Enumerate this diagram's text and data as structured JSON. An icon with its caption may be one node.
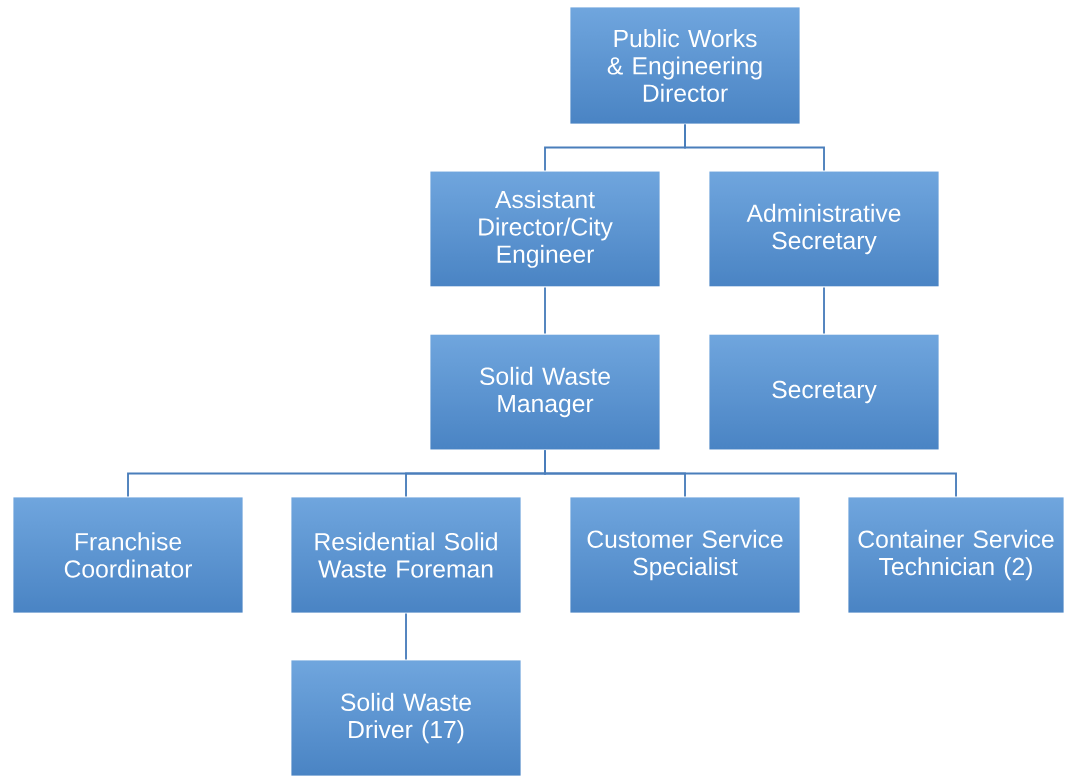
{
  "diagram": {
    "nodes": [
      {
        "text": [
          "Public Works & Engineering Director"
        ]
      },
      {
        "text": [
          "Assistant Director/City Engineer"
        ]
      },
      {
        "text": [
          "Administrative Secretary"
        ]
      },
      {
        "text": [
          "Solid Waste Manager"
        ]
      },
      {
        "text": [
          "Secretary"
        ]
      },
      {
        "text": [
          "Franchise Coordinator"
        ]
      },
      {
        "text": [
          "Residential Solid Waste Foreman"
        ]
      },
      {
        "text": [
          "Customer Service Specialist"
        ]
      },
      {
        "text": [
          "Container Service Technician (2)"
        ]
      },
      {
        "text": [
          "Solid Waste Driver (17)"
        ]
      }
    ],
    "edges": [
      {
        "from": 0,
        "to": 1,
        "arrow": "none"
      },
      {
        "from": 0,
        "to": 2,
        "arrow": "none"
      },
      {
        "from": 1,
        "to": 3,
        "arrow": "none"
      },
      {
        "from": 2,
        "to": 4,
        "arrow": "none"
      },
      {
        "from": 3,
        "to": 5,
        "arrow": "none"
      },
      {
        "from": 3,
        "to": 6,
        "arrow": "none"
      },
      {
        "from": 3,
        "to": 7,
        "arrow": "none"
      },
      {
        "from": 3,
        "to": 8,
        "arrow": "none"
      },
      {
        "from": 6,
        "to": 9,
        "arrow": "none"
      }
    ]
  }
}
